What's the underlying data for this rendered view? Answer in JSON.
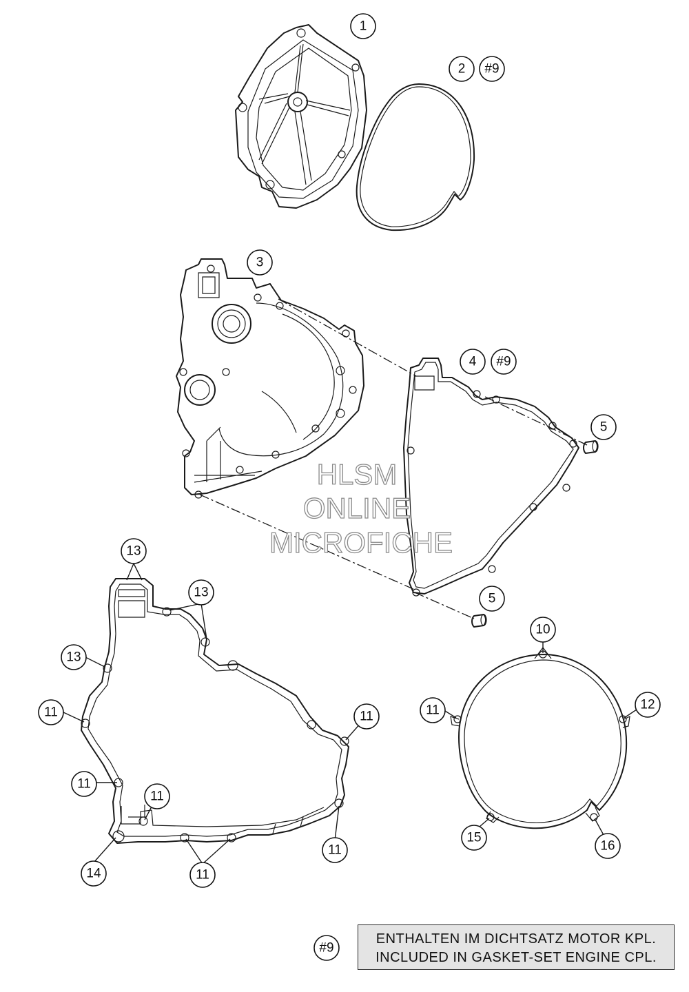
{
  "watermark": {
    "line1": "HLSM",
    "line2": "ONLINE",
    "line3": "MICROFICHE"
  },
  "callouts": [
    {
      "label": "1"
    },
    {
      "label": "2"
    },
    {
      "label": "#9"
    },
    {
      "label": "3"
    },
    {
      "label": "4"
    },
    {
      "label": "#9"
    },
    {
      "label": "5"
    },
    {
      "label": "5"
    },
    {
      "label": "13"
    },
    {
      "label": "13"
    },
    {
      "label": "13"
    },
    {
      "label": "11"
    },
    {
      "label": "11"
    },
    {
      "label": "11"
    },
    {
      "label": "11"
    },
    {
      "label": "14"
    },
    {
      "label": "11"
    },
    {
      "label": "11"
    },
    {
      "label": "10"
    },
    {
      "label": "11"
    },
    {
      "label": "12"
    },
    {
      "label": "15"
    },
    {
      "label": "16"
    }
  ],
  "note": {
    "ref": "#9",
    "line1": "ENTHALTEN IM DICHTSATZ MOTOR KPL.",
    "line2": "INCLUDED IN GASKET-SET ENGINE CPL."
  }
}
